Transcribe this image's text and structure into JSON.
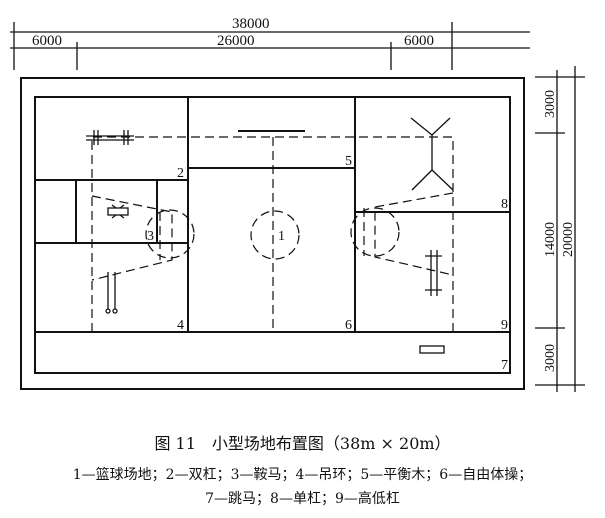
{
  "dimensions": {
    "total_width": "38000",
    "left_width": "6000",
    "center_width": "26000",
    "right_width": "6000",
    "top_depth": "3000",
    "middle_depth": "14000",
    "bottom_depth": "3000",
    "total_depth": "20000"
  },
  "markers": [
    "1",
    "2",
    "3",
    "4",
    "5",
    "6",
    "7",
    "8",
    "9"
  ],
  "caption": {
    "title": "图 11　小型场地布置图（38m × 20m）",
    "legend_line1": "1—篮球场地；2—双杠；3—鞍马；4—吊环；5—平衡木；6—自由体操；",
    "legend_line2": "7—跳马；8—单杠；9—高低杠"
  }
}
